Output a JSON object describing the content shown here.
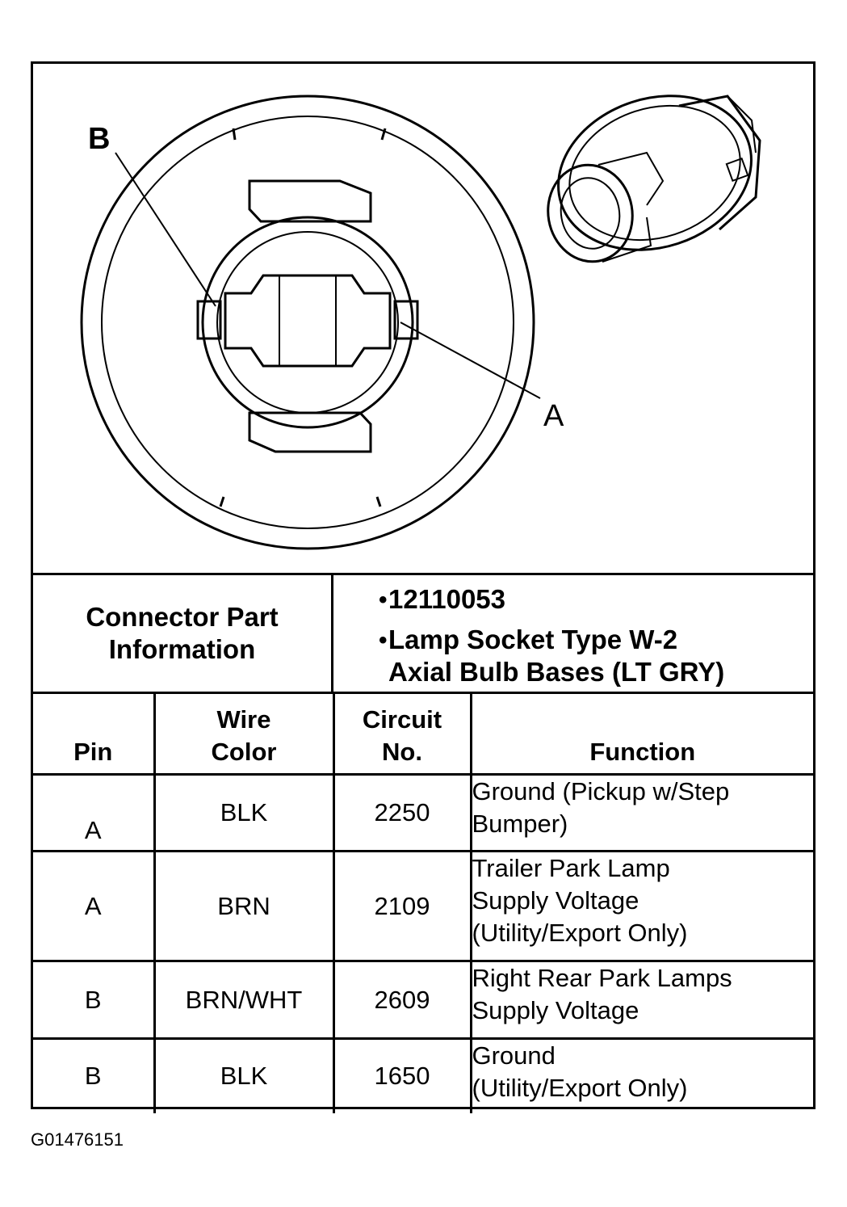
{
  "diagram": {
    "callouts": [
      {
        "id": "B",
        "label": "B"
      },
      {
        "id": "A",
        "label": "A"
      }
    ]
  },
  "connector_info": {
    "label": "Connector Part\nInformation",
    "items": [
      "12110053",
      "Lamp Socket Type W-2\nAxial Bulb Bases (LT GRY)"
    ]
  },
  "table": {
    "headers": [
      "Pin",
      "Wire\nColor",
      "Circuit\nNo.",
      "Function"
    ],
    "rows": [
      {
        "pin": "A",
        "wire_color": "BLK",
        "circuit": "2250",
        "function": "Ground (Pickup w/Step\nBumper)"
      },
      {
        "pin": "A",
        "wire_color": "BRN",
        "circuit": "2109",
        "function": "Trailer Park Lamp\nSupply Voltage\n(Utility/Export Only)"
      },
      {
        "pin": "B",
        "wire_color": "BRN/WHT",
        "circuit": "2609",
        "function": "Right Rear Park Lamps\nSupply Voltage"
      },
      {
        "pin": "B",
        "wire_color": "BLK",
        "circuit": "1650",
        "function": "Ground\n(Utility/Export Only)"
      }
    ]
  },
  "figure_id": "G01476151"
}
